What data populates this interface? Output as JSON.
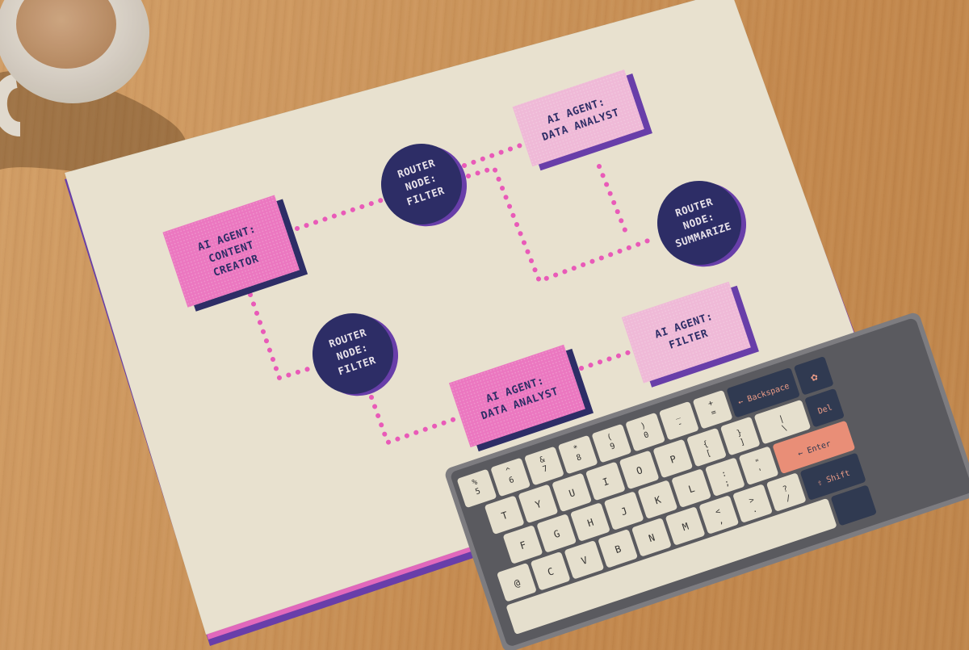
{
  "nodes": {
    "content_creator": {
      "line1": "AI AGENT:",
      "line2": "CONTENT",
      "line3": "CREATOR"
    },
    "router_filter_top": {
      "line1": "ROUTER",
      "line2": "NODE:",
      "line3": "FILTER"
    },
    "data_analyst_top": {
      "line1": "AI AGENT:",
      "line2": "DATA ANALYST"
    },
    "router_summarize": {
      "line1": "ROUTER",
      "line2": "NODE:",
      "line3": "SUMMARIZE"
    },
    "router_filter_bottom": {
      "line1": "ROUTER",
      "line2": "NODE:",
      "line3": "FILTER"
    },
    "data_analyst_bottom": {
      "line1": "AI AGENT:",
      "line2": "DATA ANALYST"
    },
    "agent_filter": {
      "line1": "AI AGENT:",
      "line2": "FILTER"
    }
  },
  "keyboard": {
    "backspace": "← Backspace",
    "del": "Del",
    "enter": "← Enter",
    "shift": "⇧ Shift",
    "row1": [
      "%\n5",
      "^\n6",
      "&\n7",
      "*\n8",
      "(\n9",
      ")\n0",
      "_\n-",
      "+\n="
    ],
    "row2": [
      "T",
      "Y",
      "U",
      "I",
      "O",
      "P",
      "{\n[",
      "}\n]",
      "|\n\\"
    ],
    "row3": [
      "F",
      "G",
      "H",
      "J",
      "K",
      "L",
      ":\n;",
      "\"\n'"
    ],
    "row4": [
      "@",
      "C",
      "V",
      "B",
      "N",
      "M",
      "<\n,",
      ">\n.",
      "?\n/"
    ]
  },
  "colors": {
    "paper": "#efe9d8",
    "navy": "#2c2d6b",
    "pink": "#f27ac8",
    "pink_light": "#f6bfe0",
    "purple_edge": "#6a3fb0",
    "dot": "#f05cc0"
  }
}
